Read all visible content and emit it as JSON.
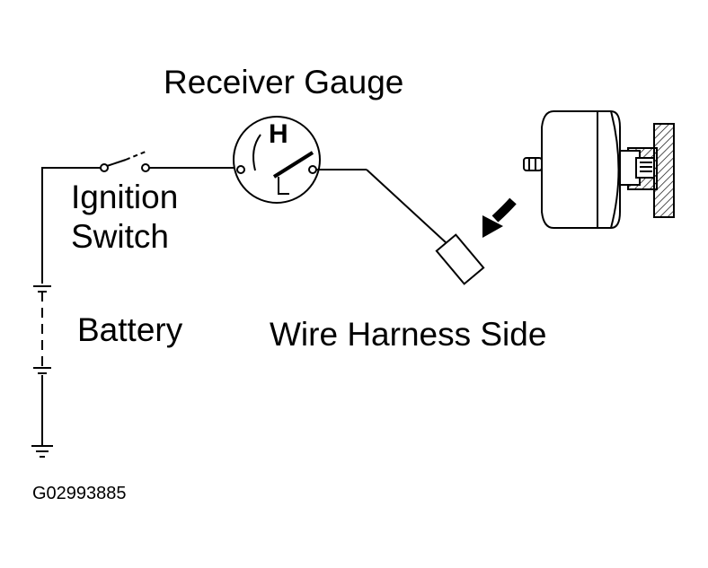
{
  "diagram": {
    "labels": {
      "receiver_gauge": "Receiver Gauge",
      "gauge_letter": "H",
      "ignition_line1": "Ignition",
      "ignition_line2": "Switch",
      "battery": "Battery",
      "wire_harness_side": "Wire Harness Side",
      "figure_id": "G02993885"
    },
    "colors": {
      "ink": "#000000",
      "background": "#ffffff"
    }
  }
}
